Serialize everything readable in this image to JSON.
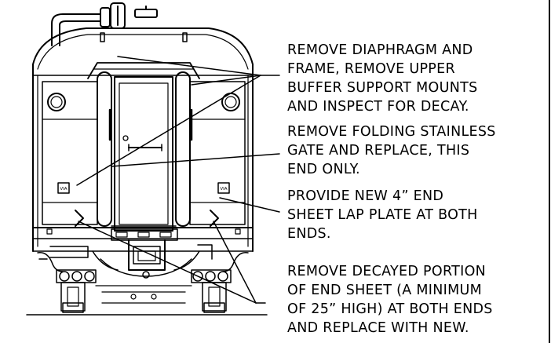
{
  "drawing": {
    "stroke_color": "#000000",
    "background_color": "#ffffff",
    "tags": [
      {
        "id": "tag-left",
        "text": "VIA"
      },
      {
        "id": "tag-right",
        "text": "VIA"
      }
    ]
  },
  "notes": [
    {
      "id": "diaphragm",
      "lines": [
        "REMOVE DIAPHRAGM AND",
        "FRAME, REMOVE UPPER",
        "BUFFER SUPPORT MOUNTS",
        "AND INSPECT FOR DECAY."
      ]
    },
    {
      "id": "gate",
      "lines": [
        "REMOVE FOLDING STAINLESS",
        "GATE AND REPLACE, THIS",
        "END ONLY."
      ]
    },
    {
      "id": "lap-plate",
      "lines": [
        "PROVIDE NEW 4” END",
        "SHEET LAP PLATE AT BOTH",
        "ENDS."
      ]
    },
    {
      "id": "end-sheet",
      "lines": [
        "REMOVE DECAYED PORTION",
        "OF END SHEET (A MINIMUM",
        "OF 25” HIGH) AT BOTH ENDS",
        "AND REPLACE WITH NEW."
      ]
    }
  ]
}
